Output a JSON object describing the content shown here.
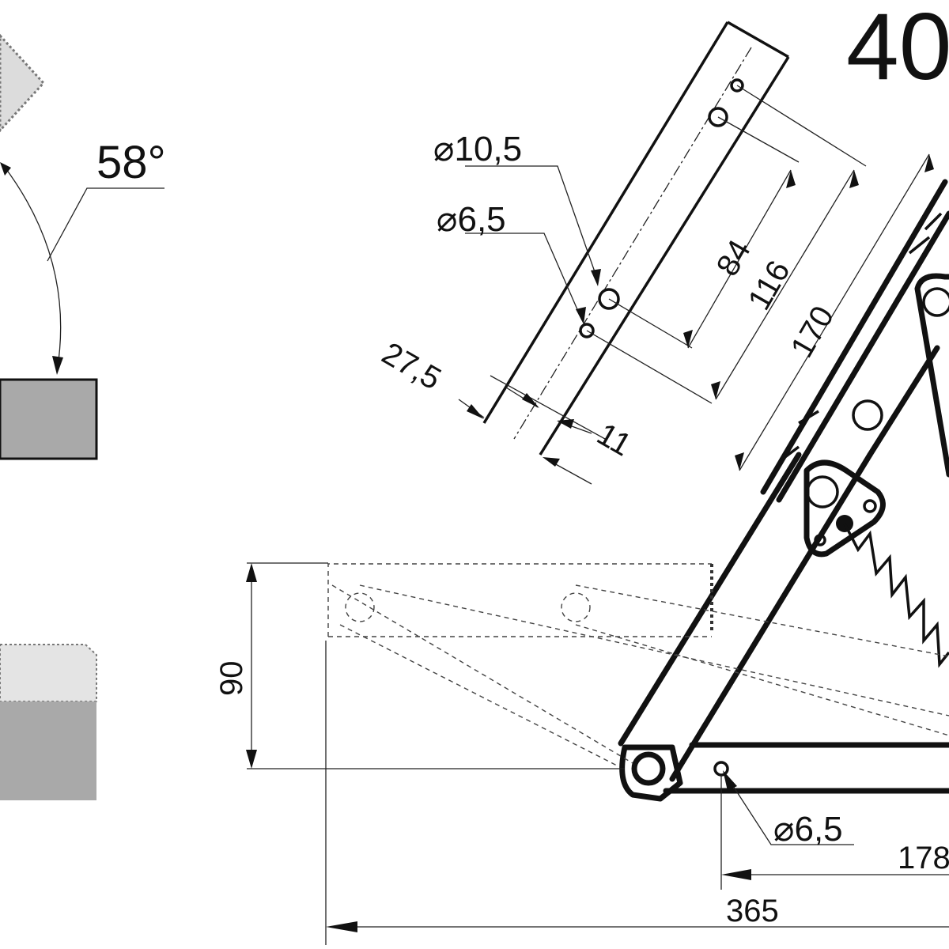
{
  "labels": {
    "angle": "58°",
    "dia_10_5": "⌀10,5",
    "dia_6_5_top": "⌀6,5",
    "dia_6_5_bottom": "⌀6,5",
    "dim_27_5": "27,5",
    "dim_11": "11",
    "dim_84": "84",
    "dim_116": "116",
    "dim_170": "170",
    "dim_90": "90",
    "dim_178": "178",
    "dim_365": "365",
    "model": "40"
  },
  "colors": {
    "ink": "#111111",
    "panel_dark": "#a9a9a9",
    "panel_light": "#dcdcdc",
    "panel_lighter": "#e4e4e4"
  }
}
